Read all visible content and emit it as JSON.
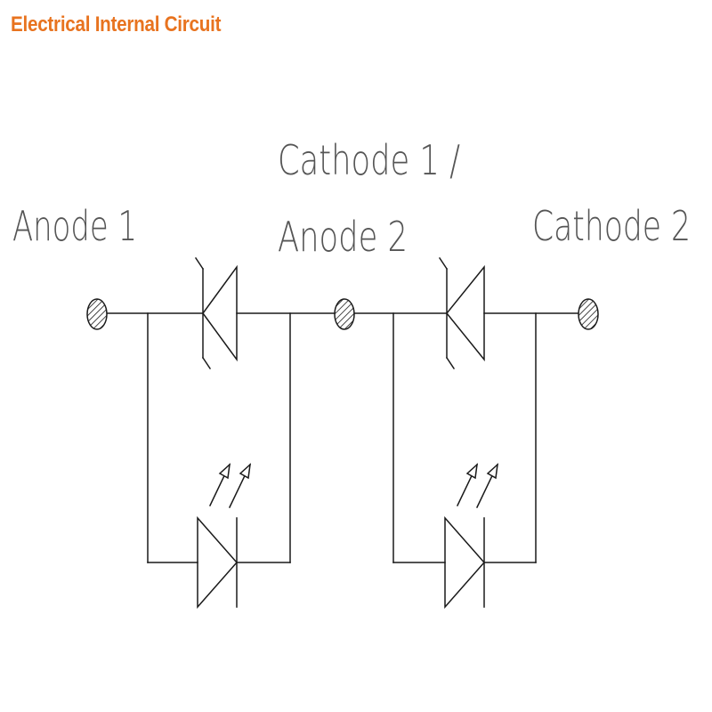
{
  "title": "Electrical Internal Circuit",
  "colors": {
    "title": "#e8731f",
    "line": "#1a1a1a",
    "label": "#555555"
  },
  "labels": {
    "anode1": "Anode 1",
    "cathode1_line1": "Cathode 1 /",
    "cathode1_line2": "Anode 2",
    "cathode2": "Cathode 2"
  }
}
